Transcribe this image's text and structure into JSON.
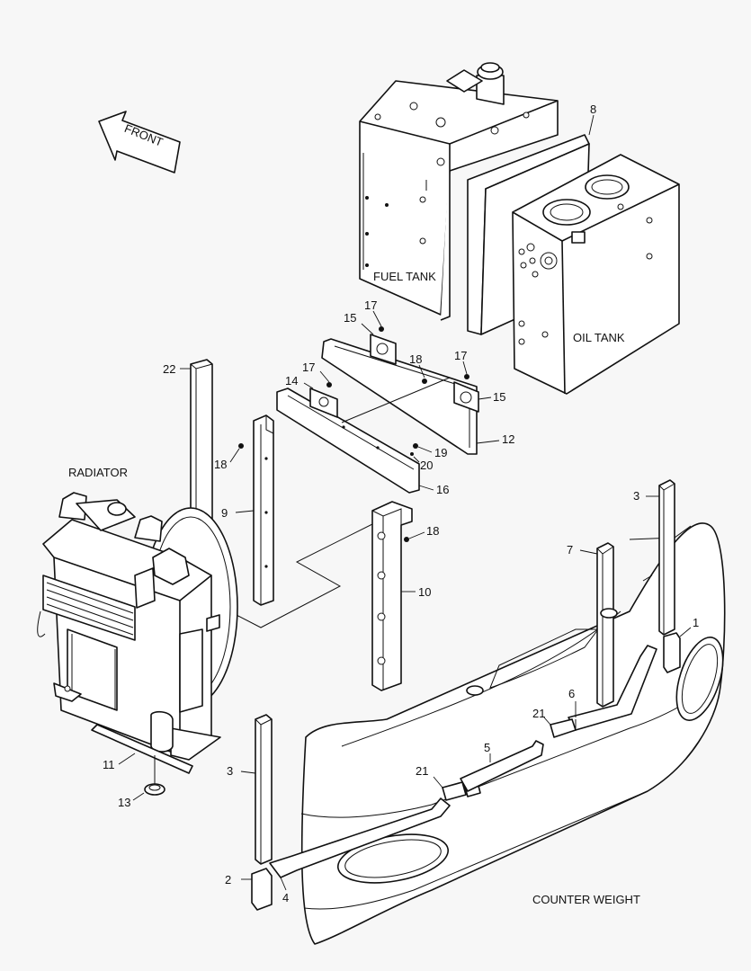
{
  "titles": {
    "front": "FRONT",
    "fuel_tank": "FUEL TANK",
    "oil_tank": "OIL TANK",
    "radiator": "RADIATOR",
    "counter_weight": "COUNTER WEIGHT"
  },
  "callouts": {
    "c1": "1",
    "c2": "2",
    "c3a": "3",
    "c3b": "3",
    "c4": "4",
    "c5": "5",
    "c6": "6",
    "c7": "7",
    "c8": "8",
    "c9": "9",
    "c10": "10",
    "c11": "11",
    "c12": "12",
    "c13": "13",
    "c14": "14",
    "c15a": "15",
    "c15b": "15",
    "c16": "16",
    "c17a": "17",
    "c17b": "17",
    "c17c": "17",
    "c18a": "18",
    "c18b": "18",
    "c18c": "18",
    "c19": "19",
    "c20": "20",
    "c21a": "21",
    "c21b": "21",
    "c22": "22"
  }
}
